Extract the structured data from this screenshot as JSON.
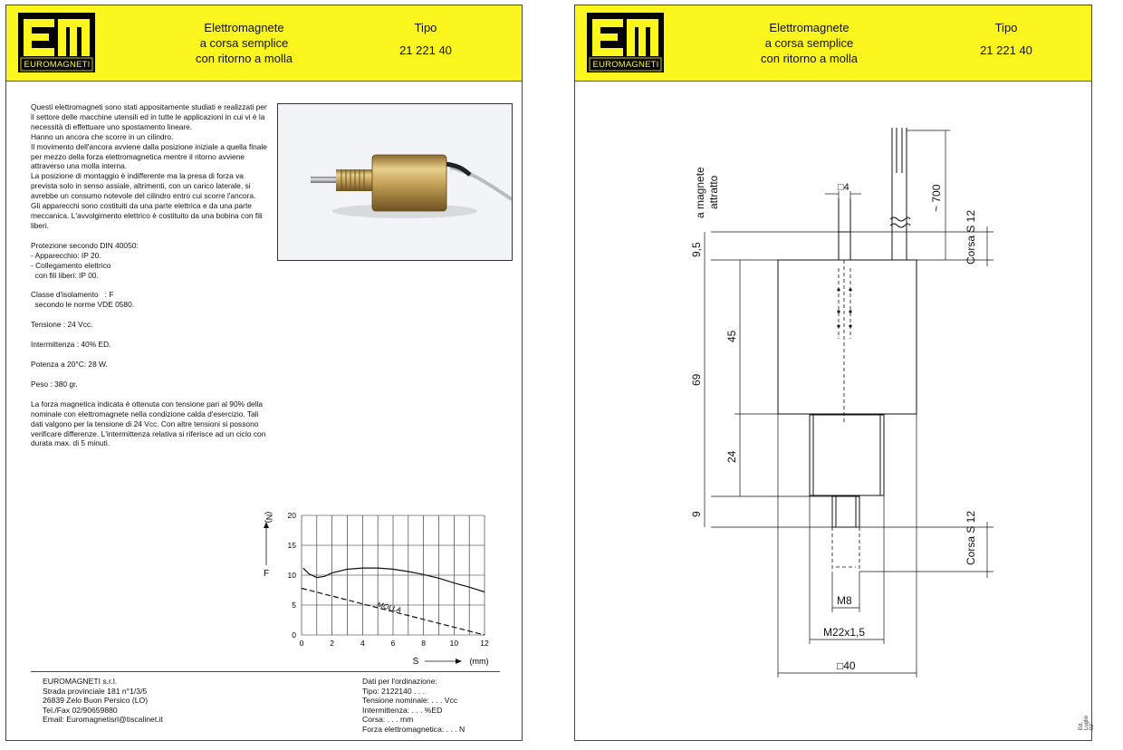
{
  "brand": {
    "logo_letters": "EM",
    "name": "EUROMAGNETI"
  },
  "header": {
    "title_lines": [
      "Elettromagnete",
      "a corsa semplice",
      "con ritorno a molla"
    ],
    "tipo_label": "Tipo",
    "tipo_value": "21 221 40"
  },
  "description": [
    "Questi elettromagneti sono stati appositamente studiati e realizzati per il settore delle macchine utensili ed in tutte le applicazioni in cui vi è la necessità di effettuare uno spostamento lineare.",
    "Hanno un ancora che scorre in un cilindro.",
    "Il movimento dell'ancora avviene dalla posizione iniziale a quella finale per mezzo della forza elettromagnetica mentre il ritorno avviene attraverso una molla interna.",
    "La posizione di montaggio è indifferente ma la presa di forza va prevista solo in senso assiale, altrimenti, con un carico laterale, si avrebbe un consumo notevole del cilindro entro cui scorre l'ancora.",
    "Gli apparecchi sono costituiti da una parte elettrica e da una parte meccanica. L'avvolgimento elettrico è costituito da una bobina con fili liberi."
  ],
  "specs": {
    "protezione": [
      "Protezione  secondo DIN 40050:",
      "- Apparecchio: IP 20.",
      "- Collegamento elettrico",
      "  con fili liberi: IP 00."
    ],
    "classe": [
      "Classe d'isolamento   : F",
      "  secondo le norme VDE 0580."
    ],
    "tensione": "Tensione : 24 Vcc.",
    "intermittenza": "Intermittenza  : 40% ED.",
    "potenza": "Potenza  a 20°C: 28 W.",
    "peso": "Peso : 380 gr."
  },
  "note": "La forza magnetica indicata è ottenuta con tensione pari al 90% della nominale con elettromagnete nella condizione calda d'esercizio. Tali dati valgono per la tensione di 24 Vcc. Con altre tensioni si possono verificare differenze. L'intermittenza relativa si riferisce ad un ciclo con durata max. di 5 minuti.",
  "chart_data": {
    "type": "line",
    "xlabel": "S",
    "xunit": "(mm)",
    "ylabel": "F",
    "yunit": "(N)",
    "xlim": [
      0,
      12
    ],
    "ylim": [
      0,
      20
    ],
    "x_ticks": [
      0,
      2,
      4,
      6,
      8,
      10,
      12
    ],
    "y_ticks": [
      0,
      5,
      10,
      15,
      20
    ],
    "grid": true,
    "series": [
      {
        "name": "",
        "style": "solid",
        "x": [
          0.1,
          0.5,
          1,
          1.5,
          2,
          3,
          4,
          5,
          6,
          7,
          8,
          9,
          10,
          11,
          12
        ],
        "y": [
          11.2,
          10.2,
          9.6,
          9.8,
          10.4,
          11.0,
          11.2,
          11.2,
          11.0,
          10.6,
          10.1,
          9.5,
          8.7,
          8.0,
          7.2
        ]
      },
      {
        "name": "MOLLA",
        "style": "dashed",
        "x": [
          0,
          12
        ],
        "y": [
          7.8,
          0
        ]
      }
    ]
  },
  "footer": {
    "company": [
      "EUROMAGNETI s.r.l.",
      "Strada provinciale 181 n°1/3/5",
      "26839 Zelo Buon Persico (LO)",
      "Tel./Fax 02/90659880",
      "Email: Euromagnetisrl@tiscalinet.it"
    ],
    "order": [
      "Dati per l'ordinazione:",
      "Tipo: 2122140 . . .",
      "Tensione nominale: . . . Vcc",
      "Intermittenza: . . . %ED",
      "Corsa: . . . mm",
      "Forza elettromagnetica: . . . N"
    ]
  },
  "drawing": {
    "label_magnet": "a magnete",
    "label_attratto": "attratto",
    "dim_square_top": "□4",
    "dim_cable": "~ 700",
    "dim_corsa_top": "Corsa S  12",
    "dim_95": "9,5",
    "dim_45": "45",
    "dim_69": "69",
    "dim_24": "24",
    "dim_9": "9",
    "dim_corsa_bottom": "Corsa S  12",
    "dim_m8": "M8",
    "dim_m22": "M22x1,5",
    "dim_square_40": "□40",
    "revision": "Ed. Luglio 02"
  },
  "colors": {
    "header_yellow": "#fcf61f",
    "logo_black": "#050505"
  }
}
